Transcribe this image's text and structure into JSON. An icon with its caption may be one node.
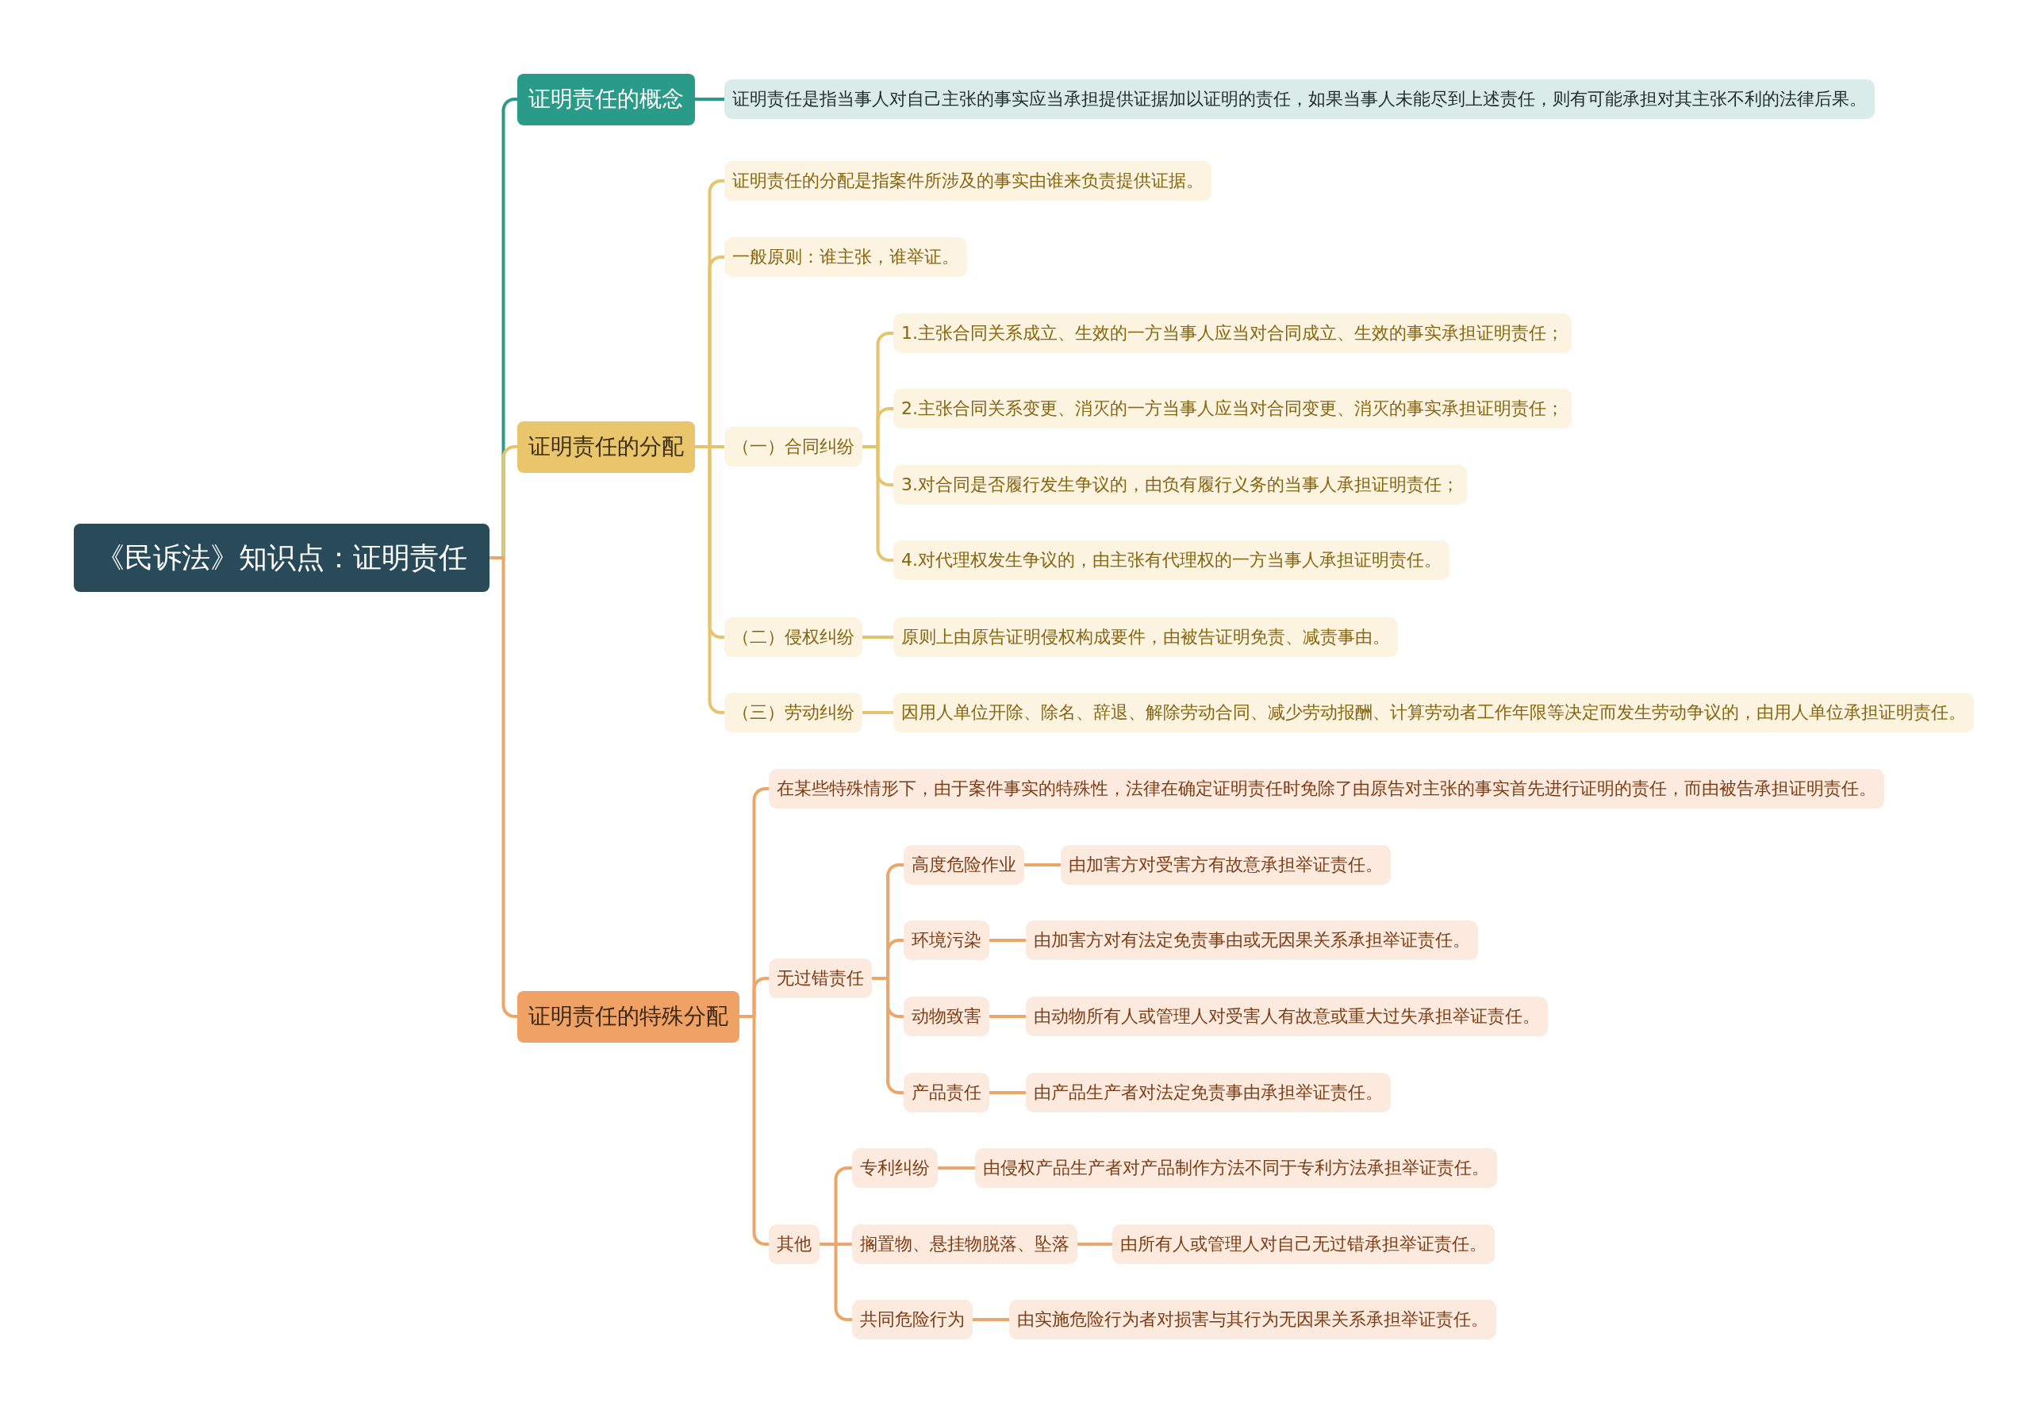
{
  "diagram": {
    "nodes": [
      {
        "text": [
          "《民诉法》知识点：证明责任"
        ]
      },
      {
        "text": [
          "证明责任的概念"
        ]
      },
      {
        "text": [
          "证明责任是指当事人对自己主张的事实应当承担提供证据加以证明的责任，如果当事人未能尽到上述责任，则有可能承担对其主张不利的法律后果。"
        ]
      },
      {
        "text": [
          "证明责任的分配"
        ]
      },
      {
        "text": [
          "证明责任的分配是指案件所涉及的事实由谁来负责提供证据。"
        ]
      },
      {
        "text": [
          "一般原则：谁主张，谁举证。"
        ]
      },
      {
        "text": [
          "（一）合同纠纷"
        ]
      },
      {
        "text": [
          "1.主张合同关系成立、生效的一方当事人应当对合同成立、生效的事实承担证明责任；"
        ]
      },
      {
        "text": [
          "2.主张合同关系变更、消灭的一方当事人应当对合同变更、消灭的事实承担证明责任；"
        ]
      },
      {
        "text": [
          "3.对合同是否履行发生争议的，由负有履行义务的当事人承担证明责任；"
        ]
      },
      {
        "text": [
          "4.对代理权发生争议的，由主张有代理权的一方当事人承担证明责任。"
        ]
      },
      {
        "text": [
          "（二）侵权纠纷"
        ]
      },
      {
        "text": [
          "原则上由原告证明侵权构成要件，由被告证明免责、减责事由。"
        ]
      },
      {
        "text": [
          "（三）劳动纠纷"
        ]
      },
      {
        "text": [
          "因用人单位开除、除名、辞退、解除劳动合同、减少劳动报酬、计算劳动者工作年限等决定而发生劳动争议的，由用人单位承担证明责任。"
        ]
      },
      {
        "text": [
          "证明责任的特殊分配"
        ]
      },
      {
        "text": [
          "在某些特殊情形下，由于案件事实的特殊性，法律在确定证明责任时免除了由原告对主张的事实首先进行证明的责任，而由被告承担证明责任。"
        ]
      },
      {
        "text": [
          "无过错责任"
        ]
      },
      {
        "text": [
          "高度危险作业"
        ]
      },
      {
        "text": [
          "由加害方对受害方有故意承担举证责任。"
        ]
      },
      {
        "text": [
          "环境污染"
        ]
      },
      {
        "text": [
          "由加害方对有法定免责事由或无因果关系承担举证责任。"
        ]
      },
      {
        "text": [
          "动物致害"
        ]
      },
      {
        "text": [
          "由动物所有人或管理人对受害人有故意或重大过失承担举证责任。"
        ]
      },
      {
        "text": [
          "产品责任"
        ]
      },
      {
        "text": [
          "由产品生产者对法定免责事由承担举证责任。"
        ]
      },
      {
        "text": [
          "其他"
        ]
      },
      {
        "text": [
          "专利纠纷"
        ]
      },
      {
        "text": [
          "由侵权产品生产者对产品制作方法不同于专利方法承担举证责任。"
        ]
      },
      {
        "text": [
          "搁置物、悬挂物脱落、坠落"
        ]
      },
      {
        "text": [
          "由所有人或管理人对自己无过错承担举证责任。"
        ]
      },
      {
        "text": [
          "共同危险行为"
        ]
      },
      {
        "text": [
          "由实施危险行为者对损害与其行为无因果关系承担举证责任。"
        ]
      }
    ],
    "edges": [
      {
        "from": 0,
        "to": 1,
        "arrow": "none",
        "color": "#2a9a89"
      },
      {
        "from": 1,
        "to": 2,
        "arrow": "none",
        "color": "#2a9a89"
      },
      {
        "from": 0,
        "to": 3,
        "arrow": "none",
        "color": "#e6c46e"
      },
      {
        "from": 3,
        "to": 4,
        "arrow": "none",
        "color": "#e6c46e"
      },
      {
        "from": 3,
        "to": 5,
        "arrow": "none",
        "color": "#e6c46e"
      },
      {
        "from": 3,
        "to": 6,
        "arrow": "none",
        "color": "#e6c46e"
      },
      {
        "from": 6,
        "to": 7,
        "arrow": "none",
        "color": "#e6c46e"
      },
      {
        "from": 6,
        "to": 8,
        "arrow": "none",
        "color": "#e6c46e"
      },
      {
        "from": 6,
        "to": 9,
        "arrow": "none",
        "color": "#e6c46e"
      },
      {
        "from": 6,
        "to": 10,
        "arrow": "none",
        "color": "#e6c46e"
      },
      {
        "from": 3,
        "to": 11,
        "arrow": "none",
        "color": "#e6c46e"
      },
      {
        "from": 11,
        "to": 12,
        "arrow": "none",
        "color": "#e6c46e"
      },
      {
        "from": 3,
        "to": 13,
        "arrow": "none",
        "color": "#e6c46e"
      },
      {
        "from": 13,
        "to": 14,
        "arrow": "none",
        "color": "#e6c46e"
      },
      {
        "from": 0,
        "to": 15,
        "arrow": "none"
      },
      {
        "from": 15,
        "to": 16,
        "arrow": "none"
      },
      {
        "from": 15,
        "to": 17,
        "arrow": "none"
      },
      {
        "from": 17,
        "to": 18,
        "arrow": "none"
      },
      {
        "from": 18,
        "to": 19,
        "arrow": "none"
      },
      {
        "from": 17,
        "to": 20,
        "arrow": "none"
      },
      {
        "from": 20,
        "to": 21,
        "arrow": "none"
      },
      {
        "from": 17,
        "to": 22,
        "arrow": "none"
      },
      {
        "from": 22,
        "to": 23,
        "arrow": "none"
      },
      {
        "from": 17,
        "to": 24,
        "arrow": "none"
      },
      {
        "from": 24,
        "to": 25,
        "arrow": "none"
      },
      {
        "from": 15,
        "to": 26,
        "arrow": "none"
      },
      {
        "from": 26,
        "to": 27,
        "arrow": "none"
      },
      {
        "from": 27,
        "to": 28,
        "arrow": "none"
      },
      {
        "from": 26,
        "to": 29,
        "arrow": "none"
      },
      {
        "from": 29,
        "to": 30,
        "arrow": "none"
      },
      {
        "from": 26,
        "to": 31,
        "arrow": "none"
      },
      {
        "from": 31,
        "to": 32,
        "arrow": "none"
      }
    ]
  }
}
